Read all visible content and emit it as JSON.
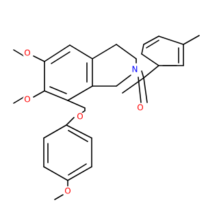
{
  "molecule": {
    "atoms": {
      "o_methoxy_upper": "O",
      "o_methoxy_lower": "O",
      "n_ring": "N",
      "o_carbonyl": "O",
      "o_ether": "O",
      "o_anisole": "O"
    }
  },
  "colors": {
    "oxygen": "#ff0000",
    "nitrogen": "#0000ff",
    "bond": "#000000",
    "background": "#ffffff"
  }
}
